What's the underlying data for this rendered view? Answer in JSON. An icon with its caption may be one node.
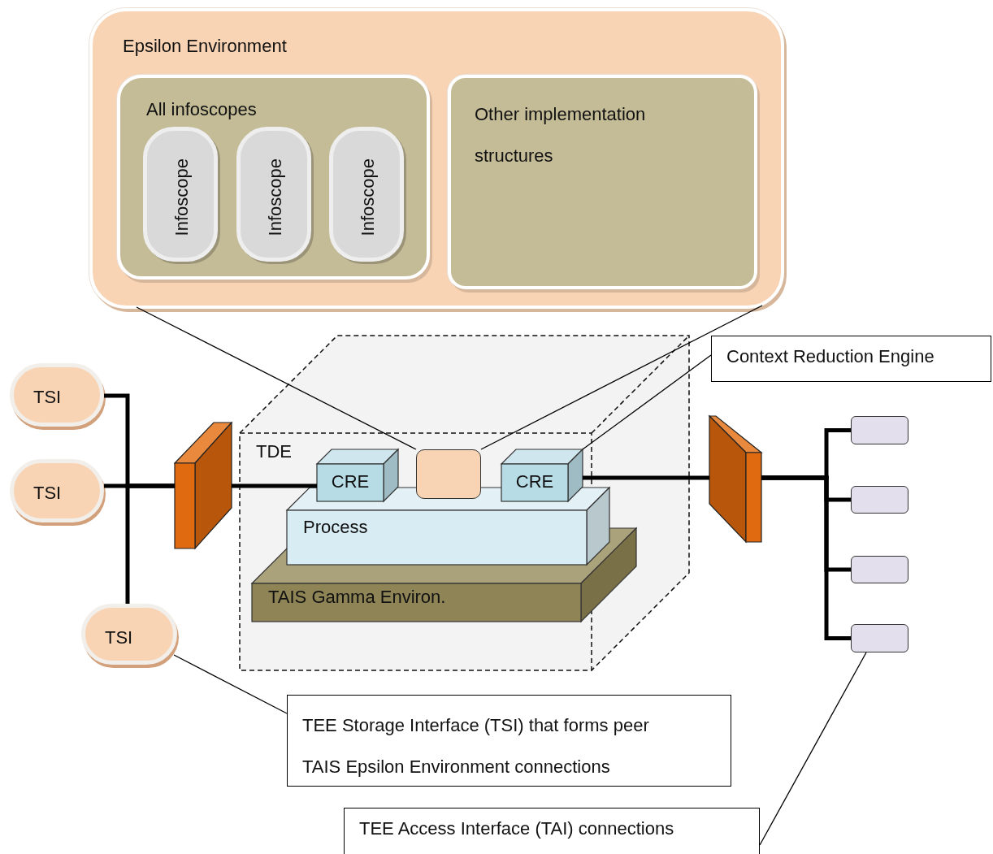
{
  "diagram": {
    "nodes": [
      {
        "text": [
          "Epsilon Environment"
        ]
      },
      {
        "text": [
          "All infoscopes"
        ],
        "in": 0
      },
      {
        "text": [
          "Infoscope"
        ],
        "in": 1
      },
      {
        "text": [
          "Infoscope"
        ],
        "in": 1
      },
      {
        "text": [
          "Infoscope"
        ],
        "in": 1
      },
      {
        "text": [
          "Other implementation structures"
        ],
        "in": 0
      },
      {
        "text": [
          "TSI"
        ]
      },
      {
        "text": [
          "TSI"
        ]
      },
      {
        "text": [
          "TSI"
        ]
      },
      {
        "text": [],
        "shape": "box"
      },
      {
        "text": [
          "TDE"
        ]
      },
      {
        "text": [
          "CRE"
        ],
        "in": 10
      },
      {
        "text": [],
        "shape": "box",
        "in": 10
      },
      {
        "text": [
          "CRE"
        ],
        "in": 10
      },
      {
        "text": [
          "Process"
        ],
        "in": 10
      },
      {
        "text": [
          "TAIS Gamma Environ."
        ],
        "in": 10
      },
      {
        "text": [
          "Context Reduction Engine"
        ]
      },
      {
        "text": [],
        "shape": "box"
      },
      {
        "text": [],
        "shape": "box"
      },
      {
        "text": [],
        "shape": "box"
      },
      {
        "text": [],
        "shape": "box"
      },
      {
        "text": [],
        "shape": "box"
      },
      {
        "text": [
          "TEE Storage Interface (TSI) that forms peer TAIS Epsilon Environment connections"
        ]
      },
      {
        "text": [
          "TEE Access Interface (TAI) connections"
        ]
      }
    ],
    "edges": [
      {
        "from": 6,
        "to": 9,
        "arrow": "none"
      },
      {
        "from": 7,
        "to": 9,
        "arrow": "none"
      },
      {
        "from": 8,
        "to": 9,
        "arrow": "none"
      },
      {
        "from": 9,
        "to": 11,
        "arrow": "none"
      },
      {
        "from": 13,
        "to": 17,
        "arrow": "none"
      },
      {
        "from": 17,
        "to": 18,
        "arrow": "none"
      },
      {
        "from": 17,
        "to": 19,
        "arrow": "none"
      },
      {
        "from": 17,
        "to": 20,
        "arrow": "none"
      },
      {
        "from": 17,
        "to": 21,
        "arrow": "none"
      },
      {
        "from": 0,
        "to": 12,
        "arrow": "none"
      },
      {
        "from": 0,
        "to": 12,
        "arrow": "none"
      },
      {
        "from": 16,
        "to": 13,
        "arrow": "none"
      },
      {
        "from": 22,
        "to": 8,
        "arrow": "none"
      },
      {
        "from": 23,
        "to": 21,
        "arrow": "none"
      }
    ]
  }
}
